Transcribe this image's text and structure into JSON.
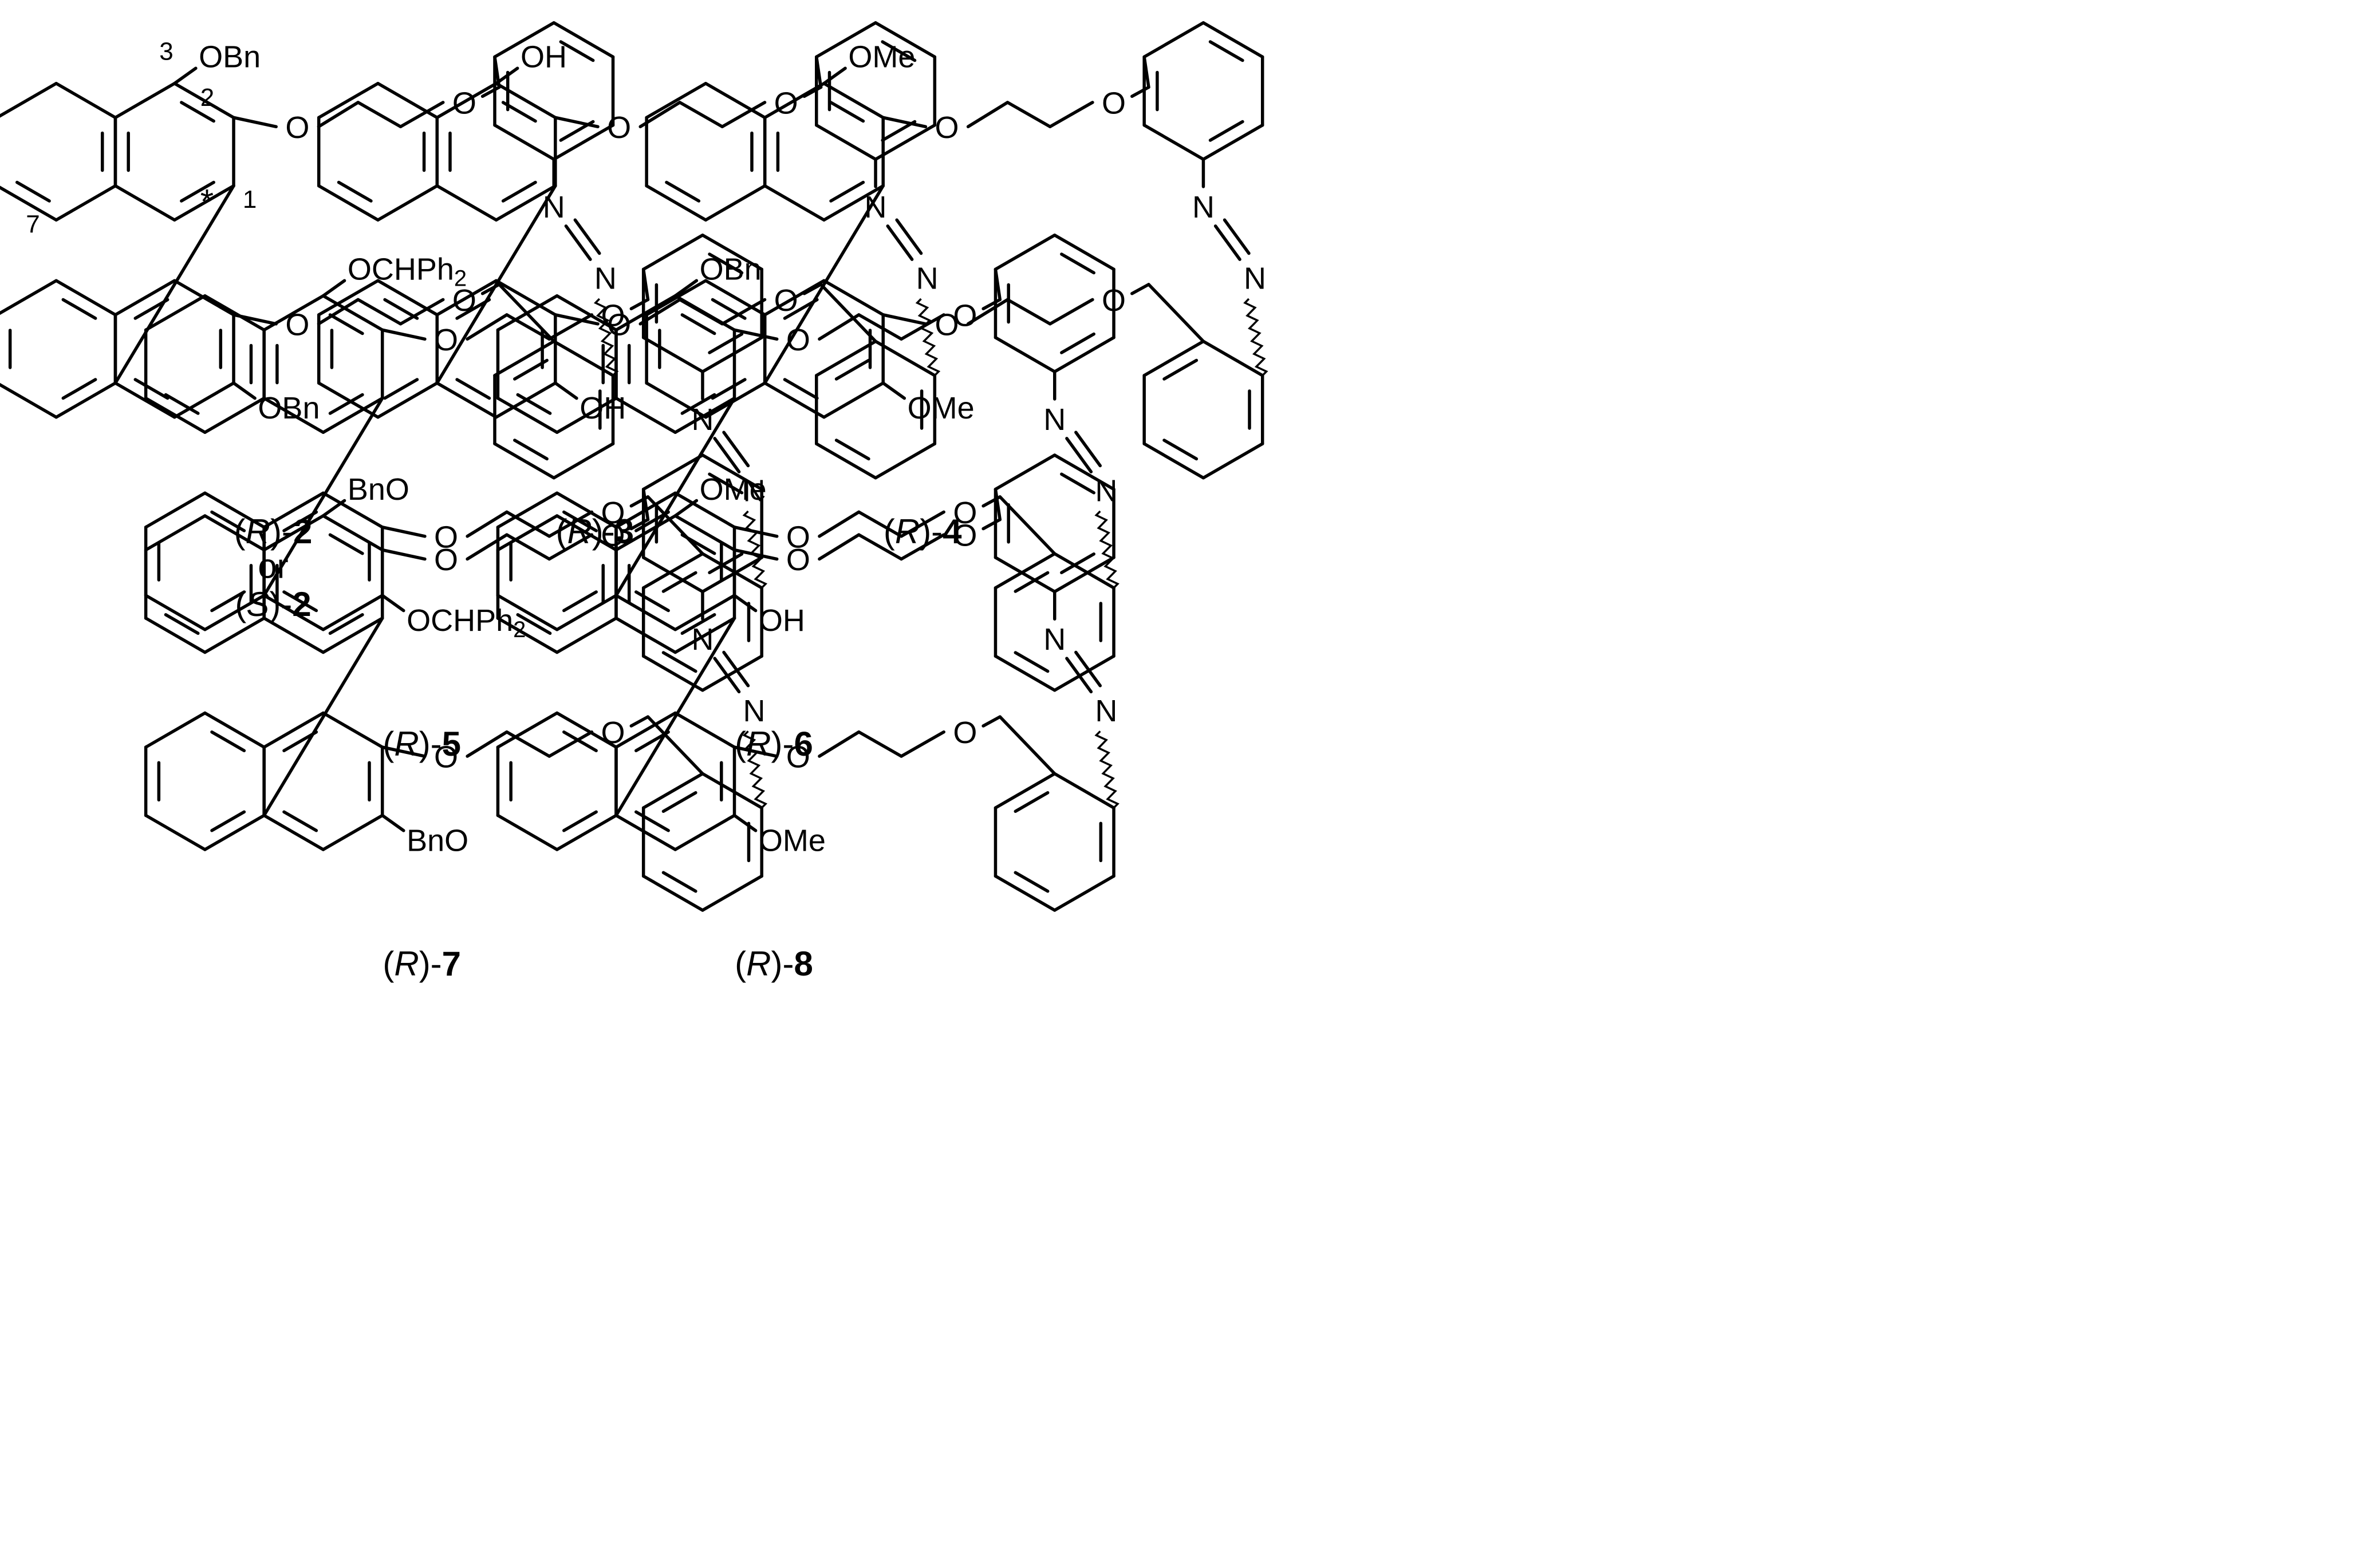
{
  "compounds": [
    {
      "id": "R2",
      "substituent_top": "OBn",
      "substituent_bottom": "OBn",
      "caption": {
        "prefix": "(",
        "config": "R",
        "mid": ")-",
        "num": "2"
      },
      "caption_or": "or",
      "caption_alt": {
        "prefix": "(",
        "config": "S",
        "mid": ")-",
        "num": "2"
      },
      "position_labels": {
        "p1": "1",
        "p2": "2",
        "p3": "3",
        "p7": "7"
      },
      "stereo_mark": "*"
    },
    {
      "id": "R3",
      "substituent_top": "OH",
      "substituent_bottom": "OH",
      "caption": {
        "prefix": "(",
        "config": "R",
        "mid": ")-",
        "num": "3"
      }
    },
    {
      "id": "R4",
      "substituent_top": "OMe",
      "substituent_bottom": "OMe",
      "caption": {
        "prefix": "(",
        "config": "R",
        "mid": ")-",
        "num": "4"
      }
    },
    {
      "id": "R5",
      "substituent_top": "OCHPh",
      "substituent_top_sub": "2",
      "substituent_bottom": "OCHPh",
      "substituent_bottom_sub": "2",
      "caption": {
        "prefix": "(",
        "config": "R",
        "mid": ")-",
        "num": "5"
      }
    },
    {
      "id": "R6",
      "substituent_top": "OBn",
      "substituent_bottom": "OH",
      "caption": {
        "prefix": "(",
        "config": "R",
        "mid": ")-",
        "num": "6"
      }
    },
    {
      "id": "R7",
      "substituent_top": "BnO",
      "substituent_bottom": "BnO",
      "caption": {
        "prefix": "(",
        "config": "R",
        "mid": ")-",
        "num": "7"
      }
    },
    {
      "id": "R8",
      "substituent_top": "OMe",
      "substituent_bottom": "OMe",
      "caption": {
        "prefix": "(",
        "config": "R",
        "mid": ")-",
        "num": "8"
      }
    }
  ],
  "atoms": {
    "oxygen": "O",
    "nitrogen": "N"
  }
}
